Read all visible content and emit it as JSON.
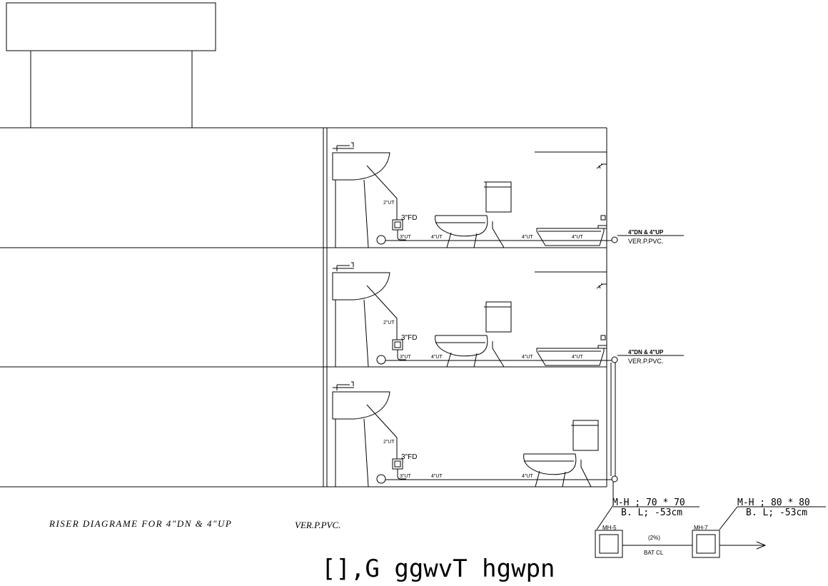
{
  "floors": [
    {
      "fixture_labels": {
        "waste_2": "2\"UT",
        "drain": "3\"FD",
        "waste_3": "3\"UT",
        "pipe_a": "4\"UT",
        "pipe_b": "4\"UT",
        "pipe_c": "4\"UT"
      },
      "riser_label": "4\"DN & 4\"UP",
      "riser_sub": "VER.P.PVC."
    },
    {
      "fixture_labels": {
        "waste_2": "2\"UT",
        "drain": "3\"FD",
        "waste_3": "3\"UT",
        "pipe_a": "4\"UT",
        "pipe_b": "4\"UT",
        "pipe_c": "4\"UT"
      },
      "riser_label": "4\"DN & 4\"UP",
      "riser_sub": "VER.P.PVC."
    },
    {
      "fixture_labels": {
        "waste_2": "2\"UT",
        "drain": "3\"FD",
        "waste_3": "3\"UT",
        "pipe_a": "4\"UT",
        "pipe_b": "4\"UT"
      }
    }
  ],
  "manholes": [
    {
      "tag": "MH-5",
      "spec": "M-H ; 70 * 70",
      "bl": "B. L; -53cm"
    },
    {
      "tag": "MH-7",
      "spec": "M-H ; 80 * 80",
      "bl": "B. L; -53cm"
    }
  ],
  "slope_label": "(2%)",
  "bat_label": "BAT CL",
  "diagram_title": "RISER DIAGRAME FOR 4\"DN & 4\"UP",
  "diagram_title_suffix": "VER.P.PVC.",
  "garbled_caption": "[],G ggwvT hgwpn"
}
